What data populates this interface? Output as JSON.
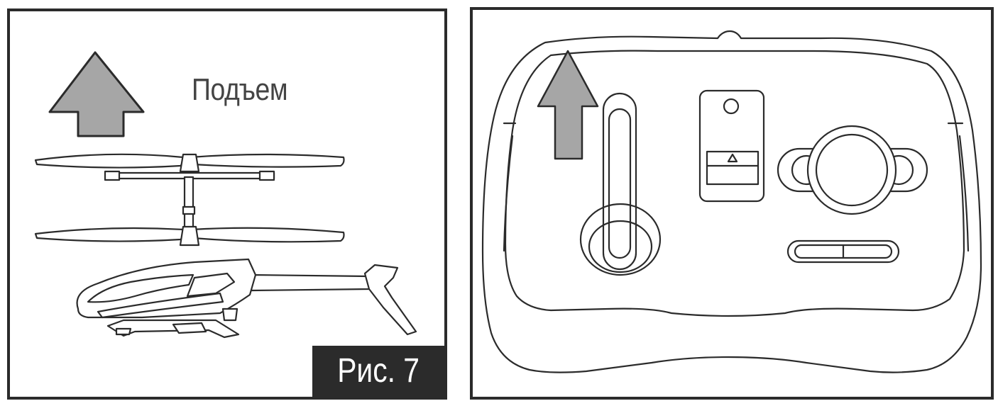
{
  "left_panel": {
    "lift_label": "Подъем",
    "figure_label": "Рис. 7",
    "icons": [
      "up-arrow",
      "helicopter"
    ]
  },
  "right_panel": {
    "icons": [
      "up-arrow",
      "remote-controller",
      "throttle-joystick",
      "power-switch",
      "direction-dial",
      "trim-button"
    ]
  },
  "colors": {
    "line": "#2b2b2b",
    "arrow_fill": "#a6a6a6",
    "label_bg": "#2b2b2b"
  }
}
